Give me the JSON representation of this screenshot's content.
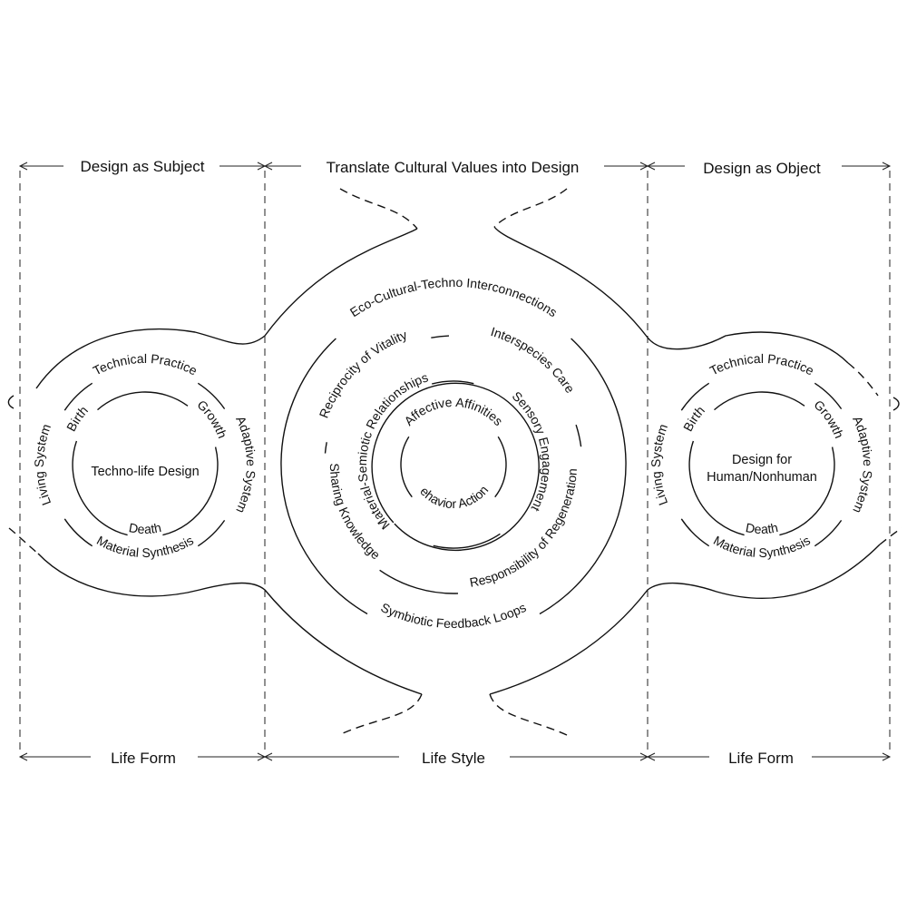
{
  "header": {
    "left": "Design as Subject",
    "middle": "Translate Cultural Values into Design",
    "right": "Design as Object"
  },
  "footer": {
    "left": "Life Form",
    "middle": "Life Style",
    "right": "Life Form"
  },
  "left_module": {
    "center": "Techno-life Design",
    "inner_ring": [
      "Birth",
      "Growth",
      "Death"
    ],
    "outer_ring": [
      "Technical Practice",
      "Adaptive System",
      "Material Synthesis",
      "Living System"
    ]
  },
  "right_module": {
    "center_lines": [
      "Design for",
      "Human/Nonhuman"
    ],
    "inner_ring": [
      "Birth",
      "Growth",
      "Death"
    ],
    "outer_ring": [
      "Technical Practice",
      "Adaptive System",
      "Material Synthesis",
      "Living System"
    ]
  },
  "middle_module": {
    "core_ring": [
      "Affective Affinities",
      "Behavior Actions"
    ],
    "third_ring": [
      "Material-Semiotic Relationships",
      "Sensory Engagement"
    ],
    "second_ring": [
      "Reciprocity of Vitality",
      "Interspecies  Care",
      "Responsibility of Regeneration",
      "Sharing Knowledge"
    ],
    "outer_ring": [
      "Eco-Cultural-Techno Interconnections",
      "Symbiotic Feedback Loops"
    ]
  },
  "colors": {
    "ink": "#111111",
    "background": "#ffffff"
  }
}
